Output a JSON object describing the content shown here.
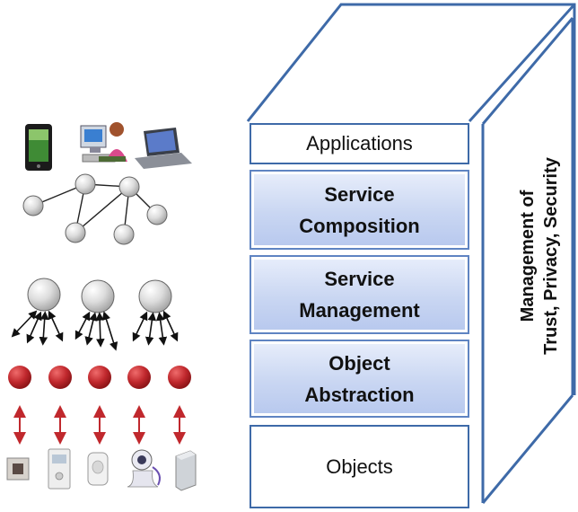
{
  "diagram": {
    "layers": [
      {
        "id": "applications",
        "label": "Applications",
        "style": "plain"
      },
      {
        "id": "service-composition",
        "label": "Service\nComposition",
        "style": "shaded"
      },
      {
        "id": "service-management",
        "label": "Service\nManagement",
        "style": "shaded"
      },
      {
        "id": "object-abstraction",
        "label": "Object\nAbstraction",
        "style": "shaded"
      },
      {
        "id": "objects",
        "label": "Objects",
        "style": "plain"
      }
    ],
    "side_panel": {
      "line1": "Management of",
      "line2": "Trust, Privacy, Security"
    },
    "colors": {
      "box_outline": "#3e6aa8",
      "node_fill": "#d9d9d9",
      "device_node_fill": "#c0282d",
      "arrow_red": "#c0282d"
    },
    "icons": {
      "top_devices": [
        "smartphone-icon",
        "desktop-user-icon",
        "laptop-icon"
      ],
      "bottom_devices": [
        "sensor-square-icon",
        "thermostat-icon",
        "motion-sensor-icon",
        "webcam-icon",
        "server-box-icon"
      ]
    }
  }
}
